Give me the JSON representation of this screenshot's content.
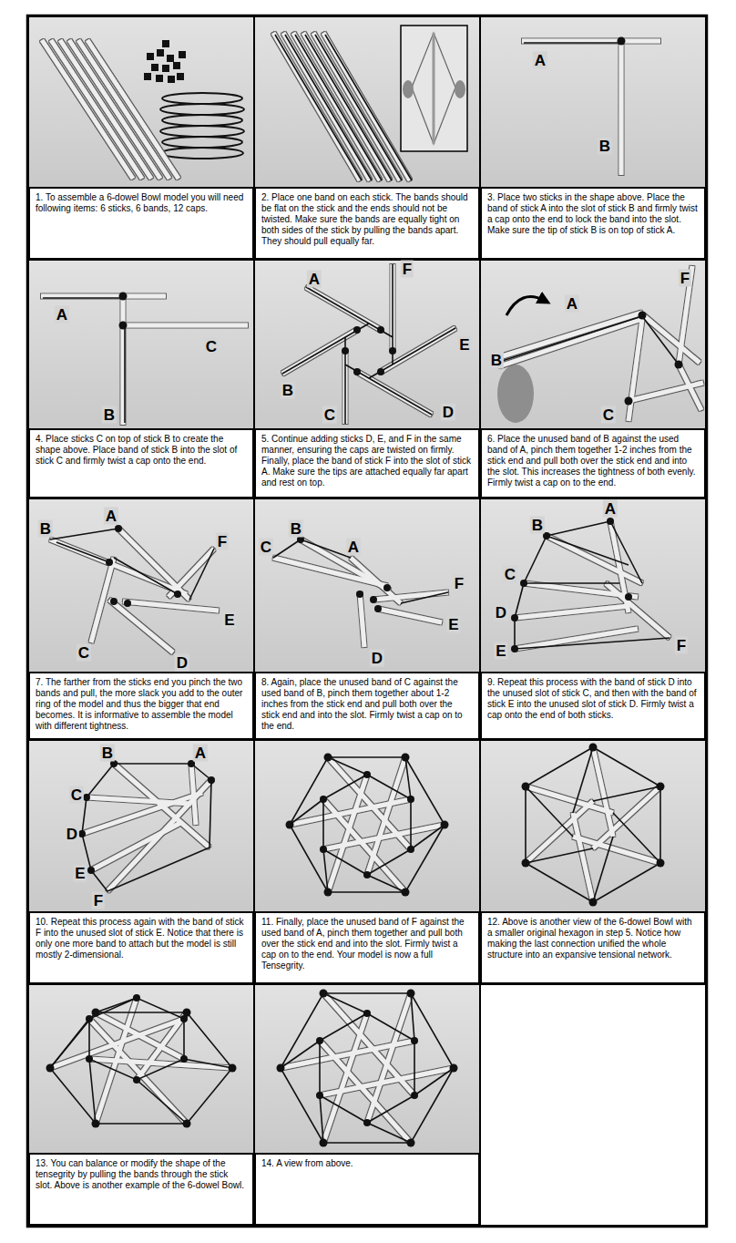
{
  "diagram": {
    "nodes": [
      {
        "text": [
          "1. To assemble a 6-dowel Bowl model you will need following items: 6 sticks, 6 bands, 12 caps."
        ]
      },
      {
        "text": [
          "2. Place one band on each stick. The bands should be flat on the stick and the ends should not be twisted. Make sure the bands are equally tight on both sides of the stick by pulling the bands apart. They should pull equally far."
        ]
      },
      {
        "text": [
          "3. Place two sticks in the shape above. Place the band of stick A into the slot of stick B and firmly twist a cap onto the end to lock the band into the slot. Make sure the tip of stick B is on top of stick A."
        ]
      },
      {
        "text": [
          "4. Place sticks C on top of stick B to create the shape above. Place band of stick B into the slot of stick C and firmly twist a cap onto the end."
        ]
      },
      {
        "text": [
          "5. Continue adding sticks D, E, and F in the same manner, ensuring the caps are twisted on firmly. Finally, place the band of stick F into the slot of stick A. Make sure the tips are attached equally far apart and rest on top."
        ]
      },
      {
        "text": [
          "6. Place the unused band of B against the used band of A, pinch them together 1-2 inches from the stick end and pull both over the stick end and into the slot. This increases the tightness of both evenly. Firmly twist a cap on to the end."
        ]
      },
      {
        "text": [
          "7. The farther from the sticks end you pinch the two bands and pull, the more slack you add to the outer ring of the model and thus the bigger that end becomes. It is informative to assemble the model with different tightness."
        ]
      },
      {
        "text": [
          "8. Again, place the unused band of C against the used band of B, pinch them together about 1-2 inches from the stick end and pull both over the stick end and into the slot. Firmly twist a cap on to the end."
        ]
      },
      {
        "text": [
          "9. Repeat this process with the band of stick D into the unused slot of stick C, and then with the band of stick E into the unused slot of stick D. Firmly twist a cap onto the end of both sticks."
        ]
      },
      {
        "text": [
          "10. Repeat this process again with the band of stick F into the unused slot of stick E. Notice that there is only one more band to attach but the model is still mostly 2-dimensional."
        ]
      },
      {
        "text": [
          "11. Finally, place the unused band of F against the used band of A, pinch them together and pull both over the stick end and into the slot. Firmly twist a cap on to the end. Your model is now a full Tensegrity."
        ]
      },
      {
        "text": [
          "12. Above is another view of the 6-dowel Bowl with a smaller original hexagon in step 5. Notice how making the last connection unified the whole structure into an expansive tensional network."
        ]
      },
      {
        "text": [
          "13. You can balance or modify the shape of the tensegrity by pulling the bands through the stick slot. Above is another example of the 6-dowel Bowl."
        ]
      },
      {
        "text": [
          "14. A view from above."
        ]
      }
    ],
    "labels": [
      "A",
      "B",
      "A",
      "C",
      "B",
      "A",
      "F",
      "E",
      "B",
      "C",
      "D",
      "A",
      "F",
      "B",
      "C",
      "B",
      "A",
      "F",
      "E",
      "C",
      "D",
      "B",
      "A",
      "C",
      "F",
      "E",
      "D",
      "B",
      "A",
      "C",
      "D",
      "E",
      "F",
      "B",
      "A",
      "C",
      "D",
      "E",
      "F"
    ]
  }
}
